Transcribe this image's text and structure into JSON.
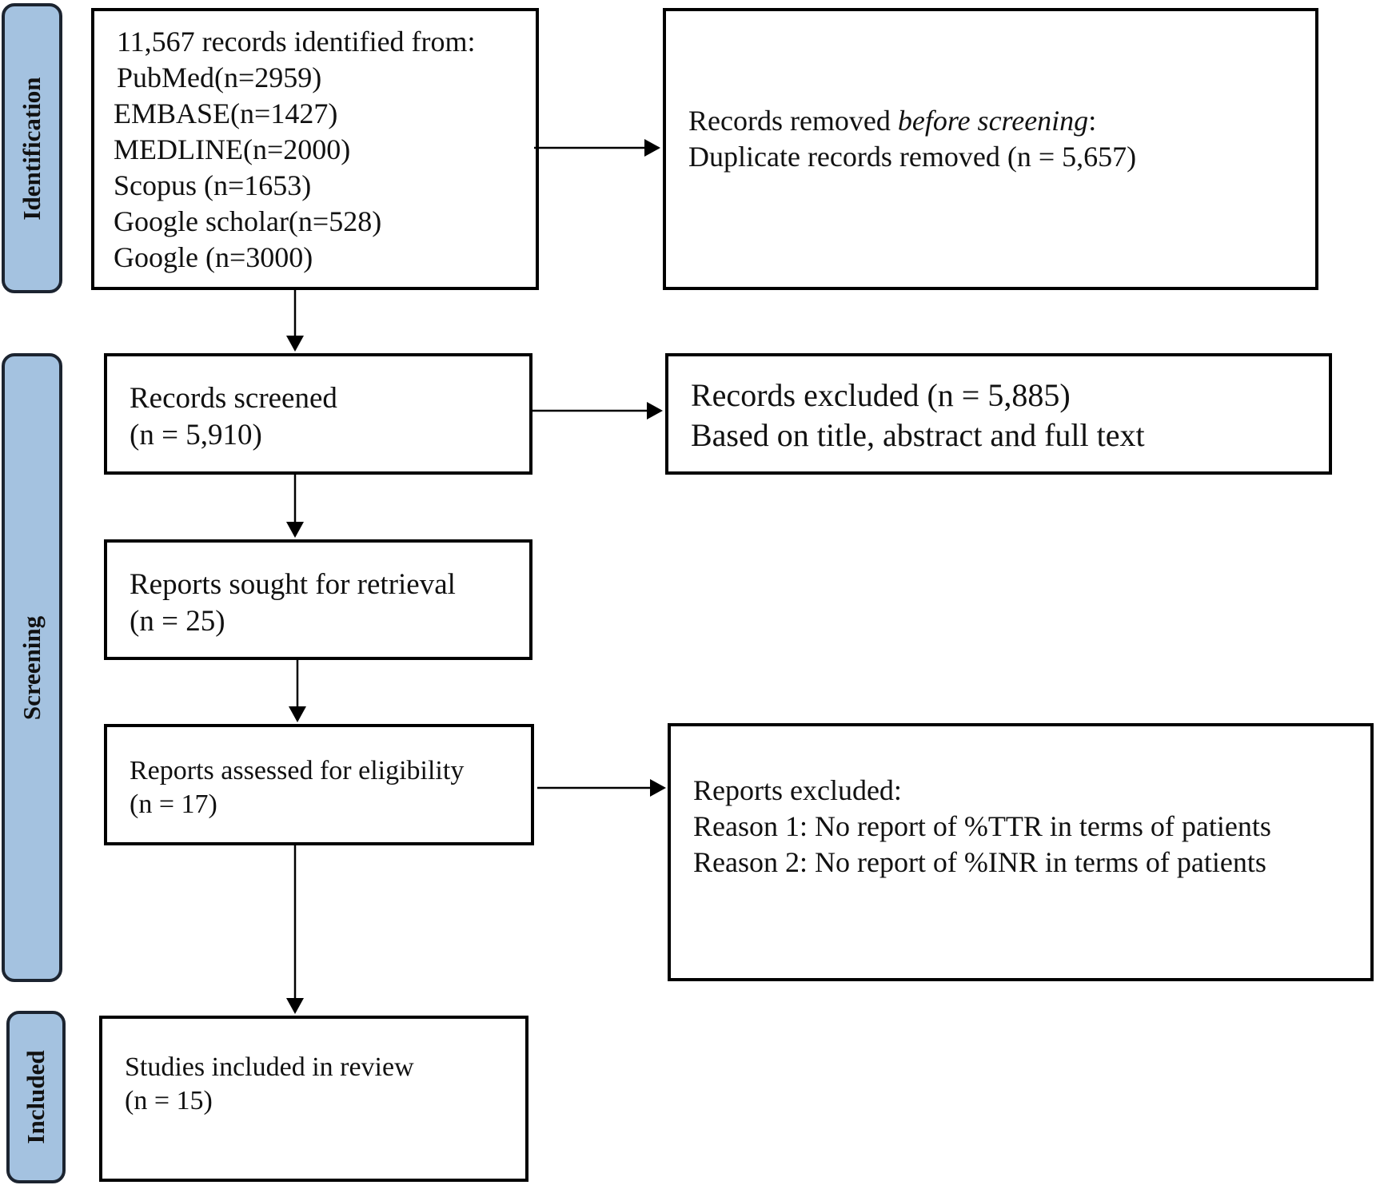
{
  "phases": {
    "identification": "Identification",
    "screening": "Screening",
    "included": "Included"
  },
  "boxes": {
    "identified": {
      "lines": [
        "11,567 records identified from:",
        "PubMed(n=2959)",
        "EMBASE(n=1427)",
        "MEDLINE(n=2000)",
        "Scopus (n=1653)",
        "Google scholar(n=528)",
        "Google (n=3000)"
      ]
    },
    "removed": {
      "line1_prefix": "Records removed ",
      "line1_italic": "before screening",
      "line1_suffix": ":",
      "line2": "Duplicate records removed (n = 5,657)"
    },
    "screened": {
      "lines": [
        "Records screened",
        "(n = 5,910)"
      ]
    },
    "excluded": {
      "lines": [
        "Records excluded (n = 5,885)",
        "Based on title, abstract and full text"
      ]
    },
    "sought": {
      "lines": [
        "Reports sought for retrieval",
        "(n = 25)"
      ]
    },
    "assessed": {
      "lines": [
        "Reports assessed for eligibility",
        "(n = 17)"
      ]
    },
    "reports_excluded": {
      "lines": [
        "Reports excluded:",
        "Reason 1: No report of %TTR in terms of patients",
        "Reason 2: No report of %INR in terms of patients"
      ]
    },
    "included": {
      "lines": [
        "Studies included in review",
        "(n = 15)"
      ]
    }
  },
  "colors": {
    "phase_fill": "#a4c2e0",
    "phase_border": "#1c2430",
    "box_border": "#000000"
  }
}
